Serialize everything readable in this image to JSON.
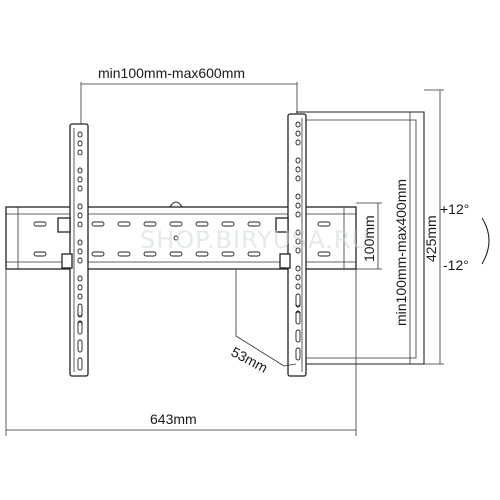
{
  "dimensions": {
    "vesa_horizontal": "min100mm-max600mm",
    "vesa_vertical": "min100mm-max400mm",
    "plate_height": "100mm",
    "overall_height": "425mm",
    "overall_width": "643mm",
    "depth": "53mm",
    "tilt_up": "+12°",
    "tilt_down": "-12°"
  },
  "watermark": "SHOP.BIRYUSA.RU",
  "colors": {
    "line": "#222222",
    "watermark": "#cfd8dc"
  }
}
